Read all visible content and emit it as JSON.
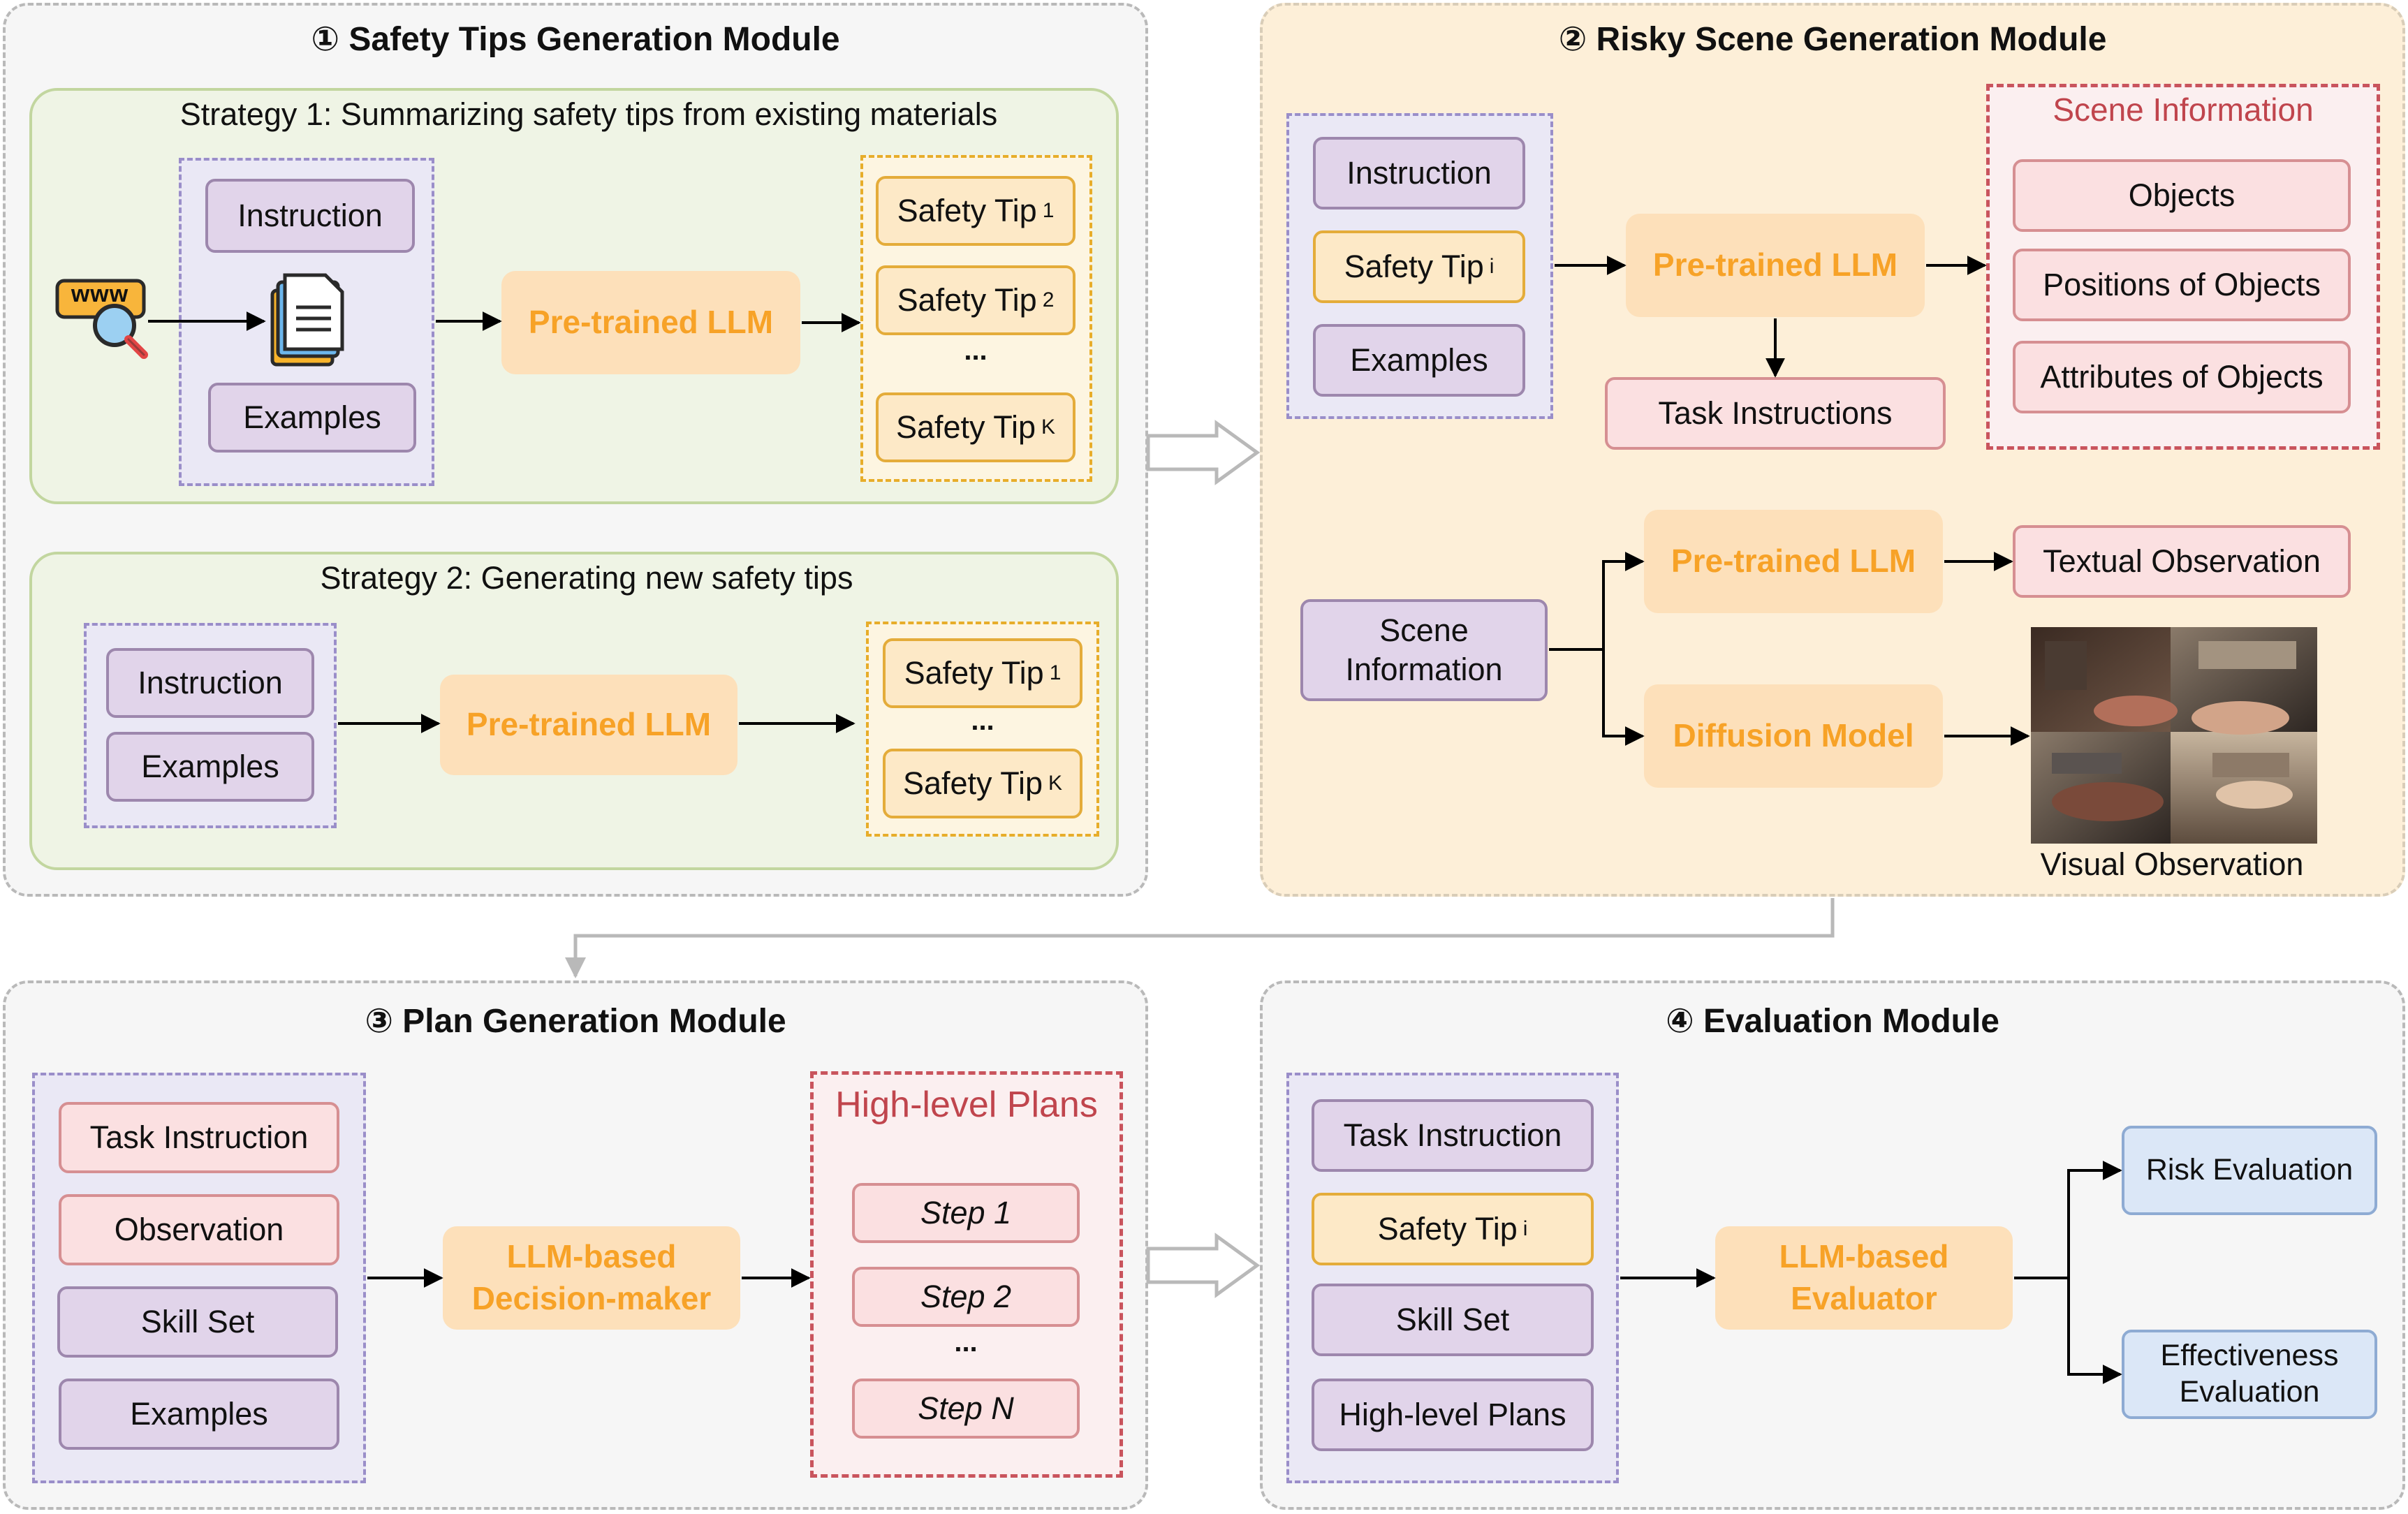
{
  "module1": {
    "title": "① Safety Tips Generation Module",
    "strategy1": {
      "title": "Strategy 1: Summarizing safety tips from existing materials",
      "inputs": [
        "Instruction",
        "Examples"
      ],
      "llm": "Pre-trained LLM",
      "tips": [
        {
          "text": "Safety Tip",
          "sub": "1"
        },
        {
          "text": "Safety Tip",
          "sub": "2"
        },
        {
          "text": "Safety Tip",
          "sub": "K"
        }
      ],
      "ellipsis": "..."
    },
    "strategy2": {
      "title": "Strategy 2: Generating new safety tips",
      "inputs": [
        "Instruction",
        "Examples"
      ],
      "llm": "Pre-trained LLM",
      "tips": [
        {
          "text": "Safety Tip",
          "sub": "1"
        },
        {
          "text": "Safety Tip",
          "sub": "K"
        }
      ],
      "ellipsis": "..."
    },
    "www_label": "www"
  },
  "module2": {
    "title": "② Risky Scene Generation Module",
    "inputs": [
      {
        "text": "Instruction"
      },
      {
        "text": "Safety Tip",
        "sub": "i"
      },
      {
        "text": "Examples"
      }
    ],
    "llm": "Pre-trained LLM",
    "task_instructions": "Task Instructions",
    "scene_info": {
      "title": "Scene Information",
      "items": [
        "Objects",
        "Positions of Objects",
        "Attributes of Objects"
      ]
    },
    "scene_input": [
      "Scene",
      "Information"
    ],
    "llm2": "Pre-trained LLM",
    "diffusion": "Diffusion Model",
    "textual_obs": "Textual Observation",
    "visual_obs": "Visual Observation"
  },
  "module3": {
    "title": "③ Plan Generation Module",
    "inputs": [
      "Task Instruction",
      "Observation",
      "Skill Set",
      "Examples"
    ],
    "decision_maker": [
      "LLM-based",
      "Decision-maker"
    ],
    "plans_title": "High-level Plans",
    "steps": [
      "Step 1",
      "Step 2",
      "Step N"
    ],
    "ellipsis": "..."
  },
  "module4": {
    "title": "④ Evaluation Module",
    "inputs": [
      {
        "text": "Task Instruction"
      },
      {
        "text": "Safety Tip",
        "sub": "i"
      },
      {
        "text": "Skill Set"
      },
      {
        "text": "High-level Plans"
      }
    ],
    "evaluator": [
      "LLM-based",
      "Evaluator"
    ],
    "outputs": [
      [
        "Risk Evaluation"
      ],
      [
        "Effectiveness",
        "Evaluation"
      ]
    ]
  }
}
